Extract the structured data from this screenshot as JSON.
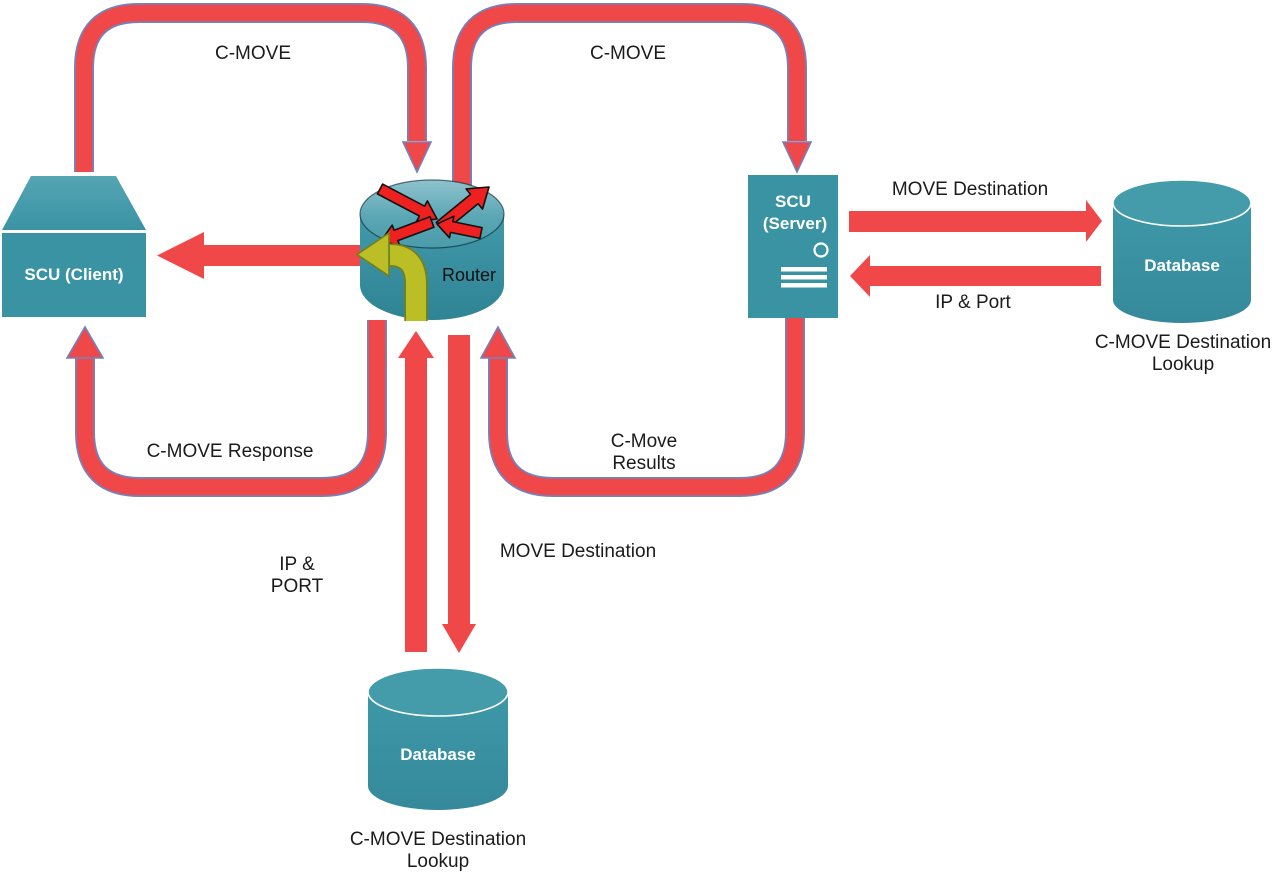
{
  "labels": {
    "cmove_top_left": "C-MOVE",
    "cmove_top_right": "C-MOVE",
    "cmove_response": "C-MOVE Response",
    "cmove_results_line1": "C-Move",
    "cmove_results_line2": "Results",
    "move_destination_vertical": "MOVE Destination",
    "ip_port_vertical_line1": "IP &",
    "ip_port_vertical_line2": "PORT",
    "move_destination_right": "MOVE Destination",
    "ip_port_right": "IP & Port"
  },
  "nodes": {
    "scu_client": {
      "label": "SCU (Client)"
    },
    "router": {
      "label": "Router"
    },
    "scu_server": {
      "line1": "SCU",
      "line2": "(Server)"
    },
    "database_right": {
      "label": "Database",
      "caption_line1": "C-MOVE Destination",
      "caption_line2": "Lookup"
    },
    "database_bottom": {
      "label": "Database",
      "caption_line1": "C-MOVE Destination",
      "caption_line2": "Lookup"
    }
  },
  "icons": {
    "router": "router-crossed-arrows-icon",
    "turn": "left-turn-arrow-icon",
    "server": "server-panel-icon",
    "database": "database-cylinder-icon"
  },
  "colors": {
    "node_teal": "#3a93a3",
    "arrow_red": "#f04848",
    "arc_outline_blue": "#7282be",
    "turn_arrow_yellow": "#bcbe25",
    "label_black": "#1b1b1b",
    "node_text_white": "#ffffff"
  }
}
